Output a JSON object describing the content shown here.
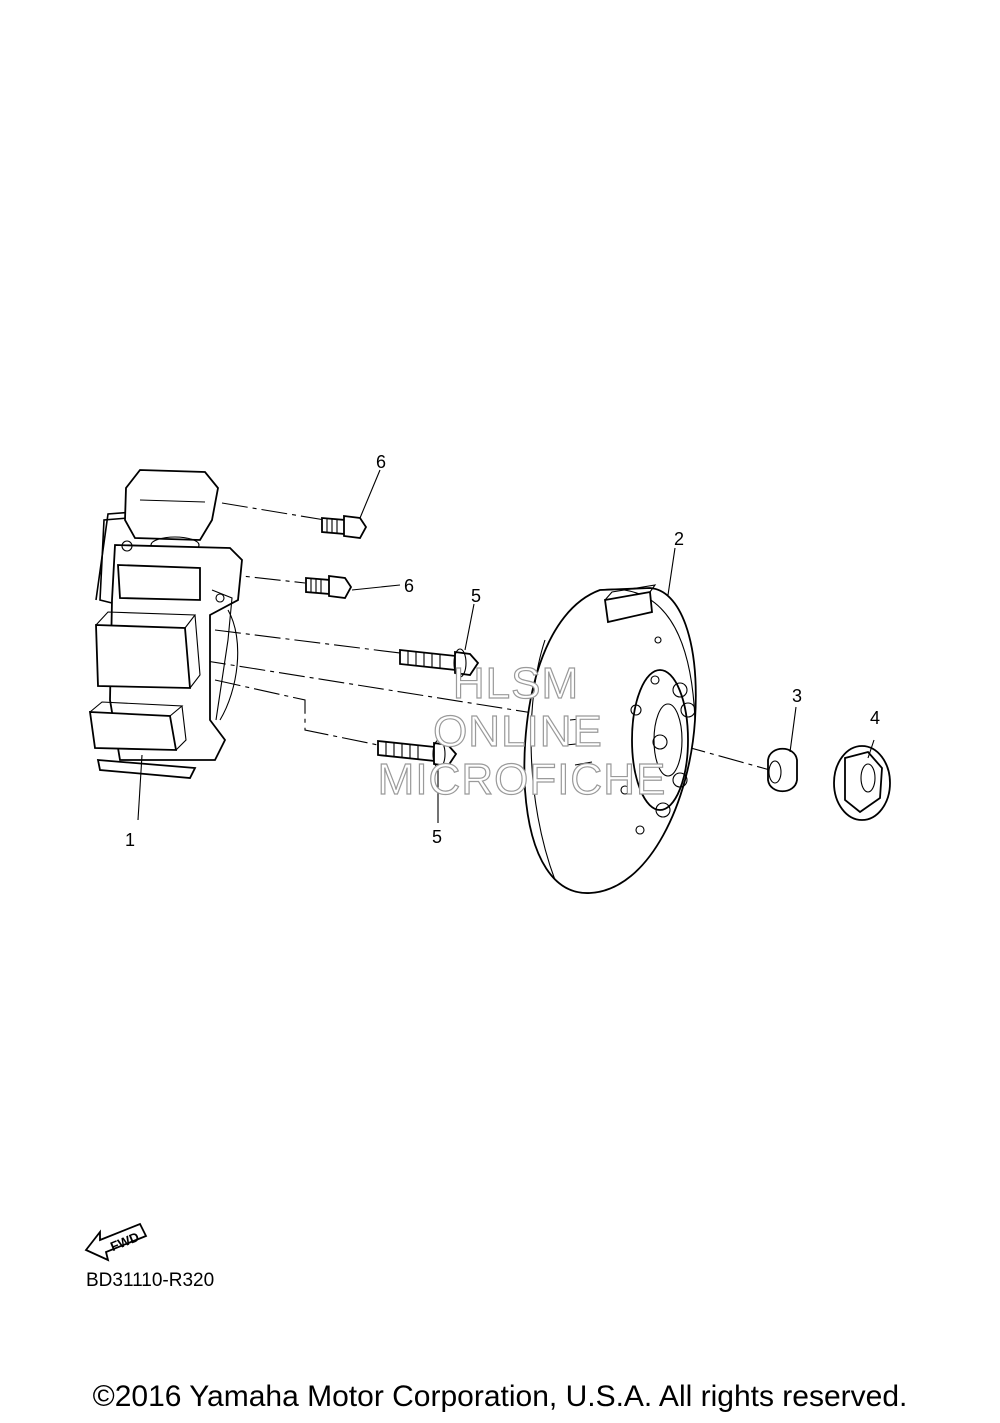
{
  "callouts": [
    {
      "id": "1",
      "label": "1"
    },
    {
      "id": "2",
      "label": "2"
    },
    {
      "id": "3",
      "label": "3"
    },
    {
      "id": "4",
      "label": "4"
    },
    {
      "id": "5a",
      "label": "5"
    },
    {
      "id": "5b",
      "label": "5"
    },
    {
      "id": "6a",
      "label": "6"
    },
    {
      "id": "6b",
      "label": "6"
    }
  ],
  "watermark": {
    "line1": "HLSM",
    "line2": "ONLINE",
    "line3": "MICROFICHE"
  },
  "fwd_label": "FWD",
  "diagram_code": "BD31110-R320",
  "copyright": "©2016 Yamaha Motor Corporation, U.S.A. All rights reserved."
}
